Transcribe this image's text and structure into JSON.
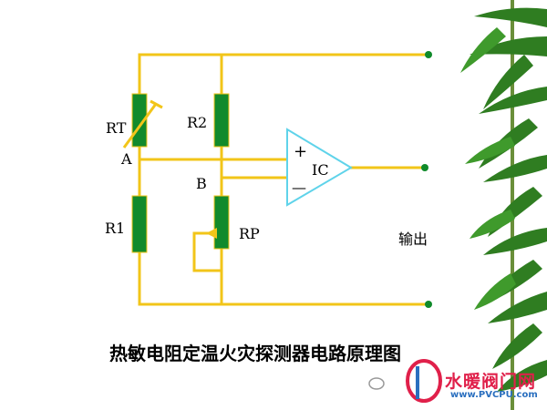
{
  "diagram": {
    "labels": {
      "rt": "RT",
      "r2": "R2",
      "a": "A",
      "b": "B",
      "r1": "R1",
      "rp": "RP",
      "ic": "IC",
      "plus": "+",
      "minus": "—",
      "output": "输出"
    },
    "caption": "热敏电阻定温火灾探测器电路原理图"
  },
  "watermark": {
    "brand": "水暖阀门网",
    "url": "www.PVCPU.com"
  },
  "colors": {
    "wire": "#f2c519",
    "resistor": "#118a2c",
    "opamp_stroke": "#5fd3ea",
    "terminal": "#0f8a2a",
    "leaf": "#2f7d21"
  }
}
